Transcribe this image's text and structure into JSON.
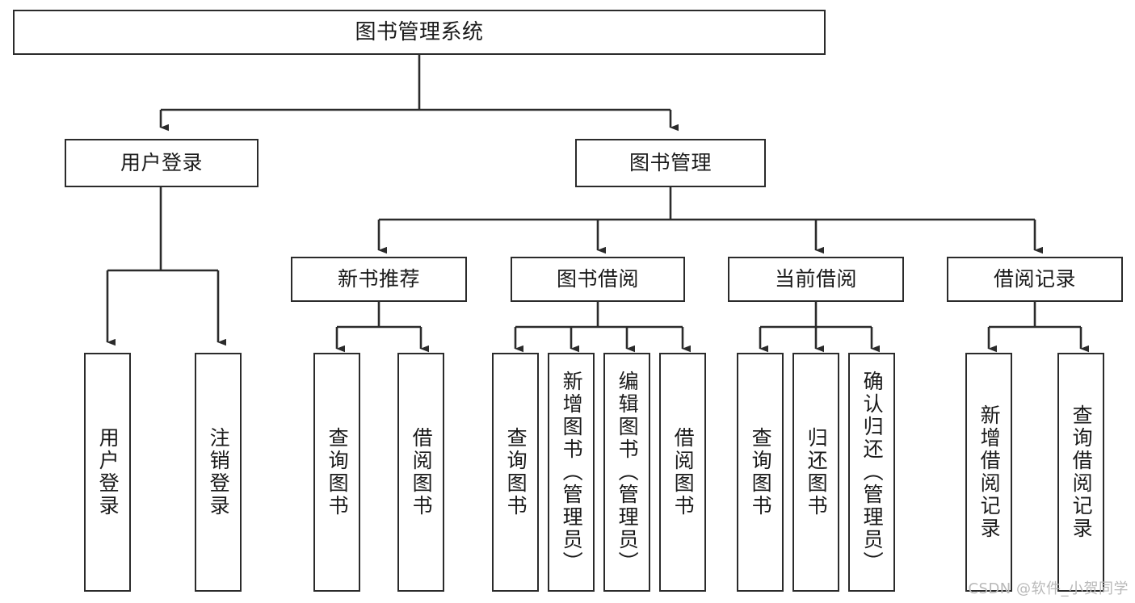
{
  "diagram": {
    "title": "图书管理系统",
    "watermark": "CSDN @软件_小贺同学",
    "stroke_color": "#2b2b2b",
    "fill_color": "#ffffff",
    "watermark_color": "#b9b9b9"
  },
  "nodes": {
    "root": {
      "label": "图书管理系统"
    },
    "level2": [
      {
        "label": "用户登录"
      },
      {
        "label": "图书管理"
      }
    ],
    "level3": [
      {
        "label": "新书推荐"
      },
      {
        "label": "图书借阅"
      },
      {
        "label": "当前借阅"
      },
      {
        "label": "借阅记录"
      }
    ],
    "leaves": {
      "user_login": [
        {
          "label": "用户登录"
        },
        {
          "label": "注销登录"
        }
      ],
      "new_book": [
        {
          "label": "查询图书"
        },
        {
          "label": "借阅图书"
        }
      ],
      "borrow_book": [
        {
          "label": "查询图书"
        },
        {
          "label": "新增图书（管理员）"
        },
        {
          "label": "编辑图书（管理员）"
        },
        {
          "label": "借阅图书"
        }
      ],
      "current_borrow": [
        {
          "label": "查询图书"
        },
        {
          "label": "归还图书"
        },
        {
          "label": "确认归还（管理员）"
        }
      ],
      "borrow_record": [
        {
          "label": "新增借阅记录"
        },
        {
          "label": "查询借阅记录"
        }
      ]
    }
  }
}
